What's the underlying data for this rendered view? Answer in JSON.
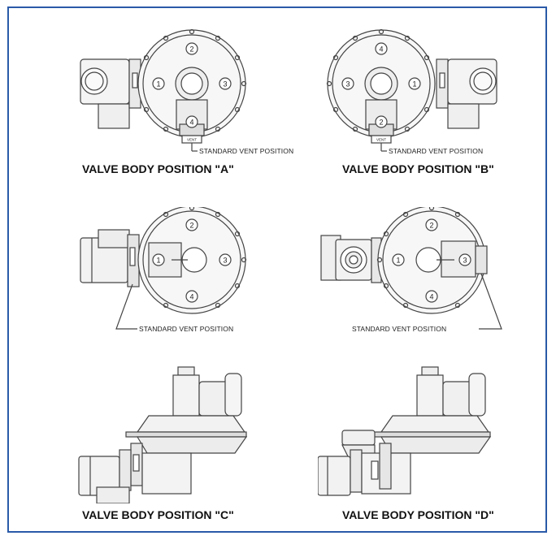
{
  "figure": {
    "positions": [
      {
        "id": "A",
        "caption": "VALVE BODY POSITION \"A\"",
        "vent_label": "STANDARD VENT POSITION",
        "ports": [
          "1",
          "2",
          "3",
          "4"
        ]
      },
      {
        "id": "B",
        "caption": "VALVE BODY POSITION \"B\"",
        "vent_label": "STANDARD VENT POSITION",
        "ports": [
          "1",
          "2",
          "3",
          "4"
        ]
      },
      {
        "id": "E",
        "vent_label": "STANDARD VENT POSITION",
        "ports": [
          "1",
          "2",
          "3",
          "4"
        ]
      },
      {
        "id": "F",
        "vent_label": "STANDARD VENT POSITION",
        "ports": [
          "1",
          "2",
          "3",
          "4"
        ]
      },
      {
        "id": "C",
        "caption": "VALVE BODY POSITION \"C\""
      },
      {
        "id": "D",
        "caption": "VALVE BODY POSITION \"D\""
      }
    ],
    "vent_tag": "VENT",
    "colors": {
      "border": "#2a5aa8",
      "line": "#444444"
    }
  }
}
